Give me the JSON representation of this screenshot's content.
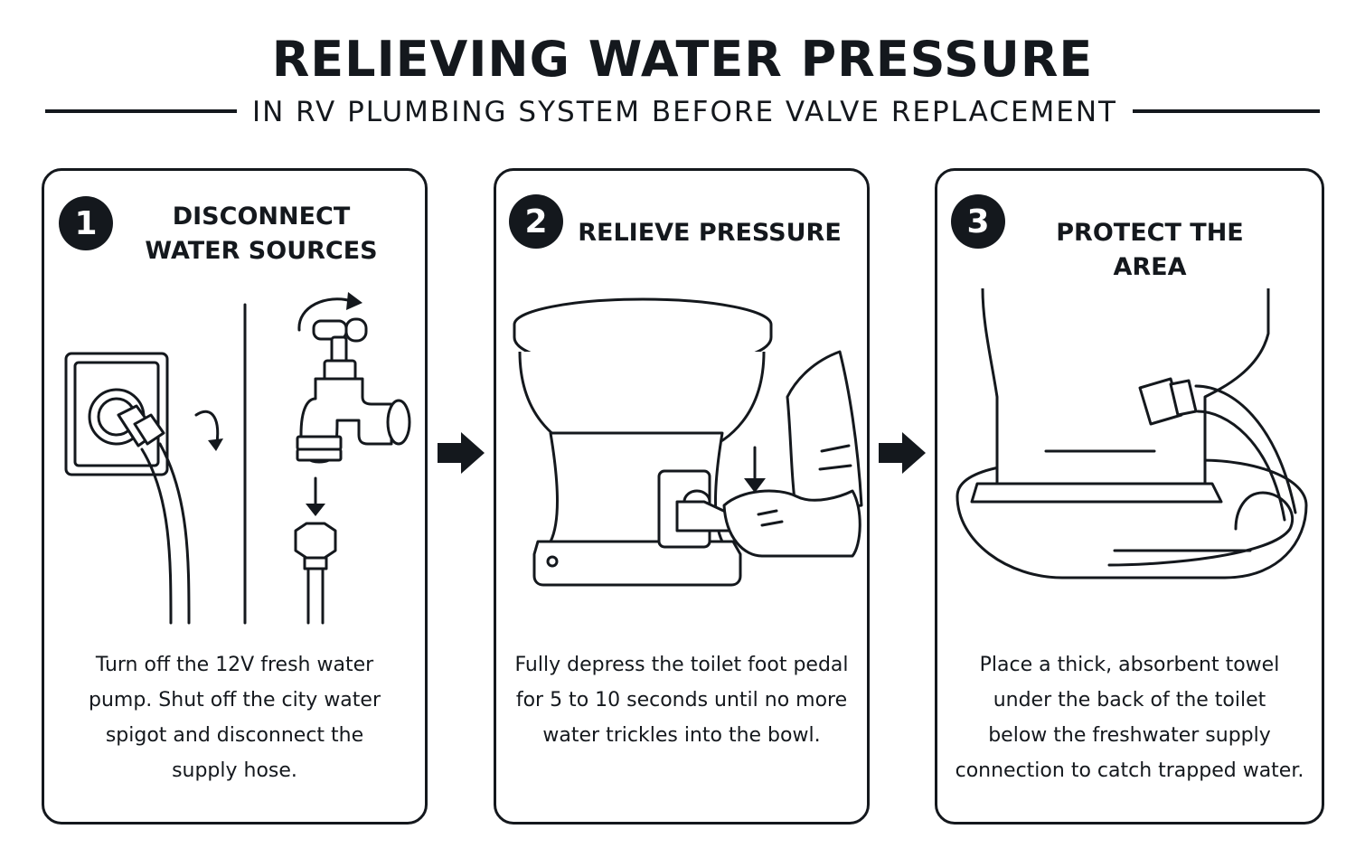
{
  "header": {
    "title": "RELIEVING WATER PRESSURE",
    "subtitle": "IN RV PLUMBING SYSTEM BEFORE VALVE REPLACEMENT"
  },
  "steps": [
    {
      "number": "1",
      "title_line1": "DISCONNECT",
      "title_line2": "WATER SOURCES",
      "desc_line1": "Turn off the 12V fresh water",
      "desc_line2": "pump. Shut off the city water",
      "desc_line3": "spigot and disconnect the",
      "desc_line4": "supply hose.",
      "icon": "water-inlet-and-spigot-icon"
    },
    {
      "number": "2",
      "title_line1": "RELIEVE PRESSURE",
      "desc_line1": "Fully depress the toilet foot pedal",
      "desc_line2": "for 5 to 10 seconds until no more",
      "desc_line3": "water trickles into the bowl.",
      "icon": "toilet-foot-pedal-icon"
    },
    {
      "number": "3",
      "title_line1": "PROTECT THE AREA",
      "desc_line1": "Place a thick, absorbent towel",
      "desc_line2": "under the back of the toilet",
      "desc_line3": "below the freshwater supply",
      "desc_line4": "connection to catch trapped water.",
      "icon": "towel-under-toilet-icon"
    }
  ],
  "colors": {
    "ink": "#14181d",
    "background": "#ffffff"
  }
}
